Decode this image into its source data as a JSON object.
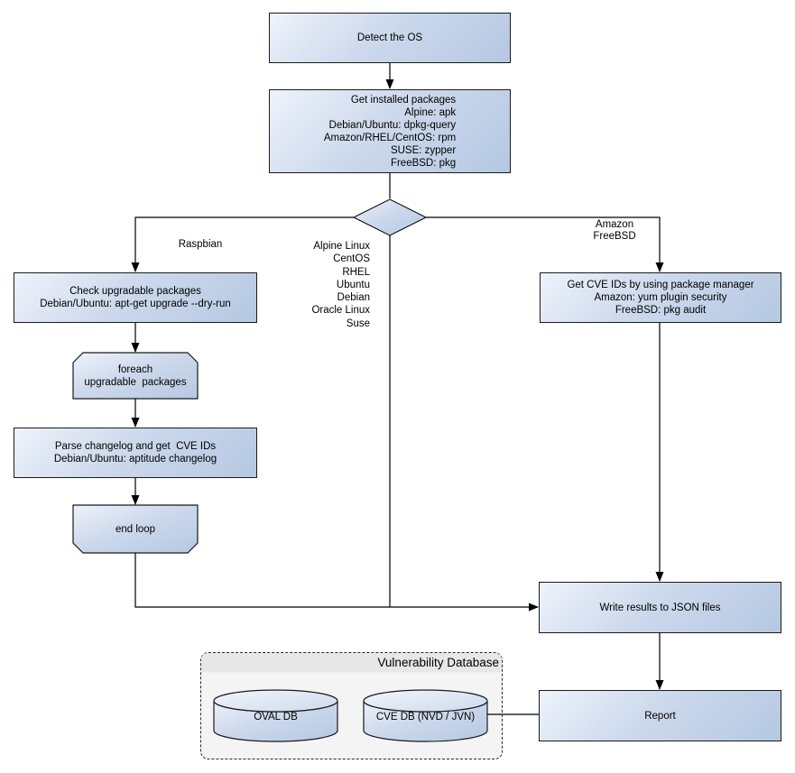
{
  "colors": {
    "node_fill_light": "#eef3fb",
    "node_fill_dark": "#b5c8e2",
    "node_border": "#1a1a1a",
    "container_bg": "#f4f4f4",
    "container_header_bg": "#e7e7e7",
    "canvas_bg": "#ffffff",
    "line_color": "#000000"
  },
  "nodes": {
    "detect_os": "Detect the OS",
    "get_installed_packages": "Get installed packages\nAlpine: apk\nDebian/Ubuntu: dpkg-query\nAmazon/RHEL/CentOS: rpm\nSUSE: zypper\nFreeBSD: pkg",
    "check_upgradable": "Check upgradable packages\nDebian/Ubuntu: apt-get upgrade --dry-run",
    "foreach_loop": "foreach\nupgradable  packages",
    "parse_changelog": "Parse changelog and get  CVE IDs\nDebian/Ubuntu: aptitude changelog",
    "end_loop": "end loop",
    "get_cve_ids": "Get CVE IDs by using package manager\nAmazon: yum plugin security\nFreeBSD: pkg audit",
    "write_results": "Write results to JSON files",
    "report": "Report",
    "oval_db": "OVAL DB",
    "cve_db": "CVE DB (NVD / JVN)"
  },
  "edge_labels": {
    "raspbian": "Raspbian",
    "os_list": "Alpine Linux\nCentOS\nRHEL\nUbuntu\nDebian\nOracle Linux\nSuse",
    "amazon_freebsd": "Amazon\nFreeBSD"
  },
  "container": {
    "title": "Vulnerability Database"
  }
}
